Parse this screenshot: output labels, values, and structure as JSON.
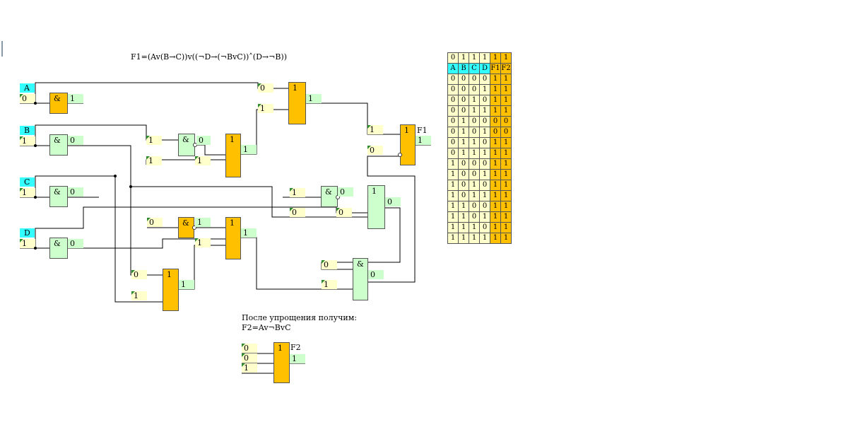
{
  "formula1": "F1=(Av(B→C))v((¬D→(¬BvC))˄(D→¬B))",
  "simplify_text": "После упрощения получим:",
  "formula2": "F2=Av¬BvC",
  "inputs": {
    "a": "A",
    "b": "B",
    "c": "C",
    "d": "D"
  },
  "gate_symbols": {
    "and": "&",
    "or": "1"
  },
  "outputs": {
    "f1": "F1",
    "f2": "F2"
  },
  "colors": {
    "input_label": "#33ffff",
    "or_gate": "#ffc000",
    "and_gate": "#ccffcc",
    "value_cell": "#ffffcc",
    "output_cell": "#ccffcc"
  },
  "values": {
    "a_in": "0",
    "a_not_out": "1",
    "b_in": "1",
    "b_not_out": "0",
    "c_in": "1",
    "c_not_out": "0",
    "d_in": "1",
    "d_not_out": "0",
    "g1_in1": "1",
    "g1_out": "0",
    "g1_in2": "1",
    "g1_out2": "1",
    "g2_out": "1",
    "g3_in1": "0",
    "g3_in2": "1",
    "g3_out": "1",
    "g4_in1": "1",
    "g4_out": "0",
    "g4_in2": "0",
    "g4_out2": "0",
    "g5_out": "0",
    "g6_in1": "0",
    "g6_out": "1",
    "g6_in2": "1",
    "g7_out": "1",
    "g8_in1": "0",
    "g8_in2": "1",
    "g8_out": "1",
    "g9_in1": "0",
    "g9_in2": "1",
    "g9_out": "0",
    "f1_in1": "1",
    "f1_in2": "0",
    "f1_out": "1",
    "f2_in1": "0",
    "f2_in2": "0",
    "f2_in3": "1",
    "f2_out": "1"
  },
  "truth_table": {
    "top_row": [
      "0",
      "1",
      "1",
      "1",
      "1",
      "1"
    ],
    "headers": [
      "A",
      "B",
      "C",
      "D",
      "F1",
      "F2"
    ],
    "rows": [
      [
        "0",
        "0",
        "0",
        "0",
        "1",
        "1"
      ],
      [
        "0",
        "0",
        "0",
        "1",
        "1",
        "1"
      ],
      [
        "0",
        "0",
        "1",
        "0",
        "1",
        "1"
      ],
      [
        "0",
        "0",
        "1",
        "1",
        "1",
        "1"
      ],
      [
        "0",
        "1",
        "0",
        "0",
        "0",
        "0"
      ],
      [
        "0",
        "1",
        "0",
        "1",
        "0",
        "0"
      ],
      [
        "0",
        "1",
        "1",
        "0",
        "1",
        "1"
      ],
      [
        "0",
        "1",
        "1",
        "1",
        "1",
        "1"
      ],
      [
        "1",
        "0",
        "0",
        "0",
        "1",
        "1"
      ],
      [
        "1",
        "0",
        "0",
        "1",
        "1",
        "1"
      ],
      [
        "1",
        "0",
        "1",
        "0",
        "1",
        "1"
      ],
      [
        "1",
        "0",
        "1",
        "1",
        "1",
        "1"
      ],
      [
        "1",
        "1",
        "0",
        "0",
        "1",
        "1"
      ],
      [
        "1",
        "1",
        "0",
        "1",
        "1",
        "1"
      ],
      [
        "1",
        "1",
        "1",
        "0",
        "1",
        "1"
      ],
      [
        "1",
        "1",
        "1",
        "1",
        "1",
        "1"
      ]
    ]
  }
}
